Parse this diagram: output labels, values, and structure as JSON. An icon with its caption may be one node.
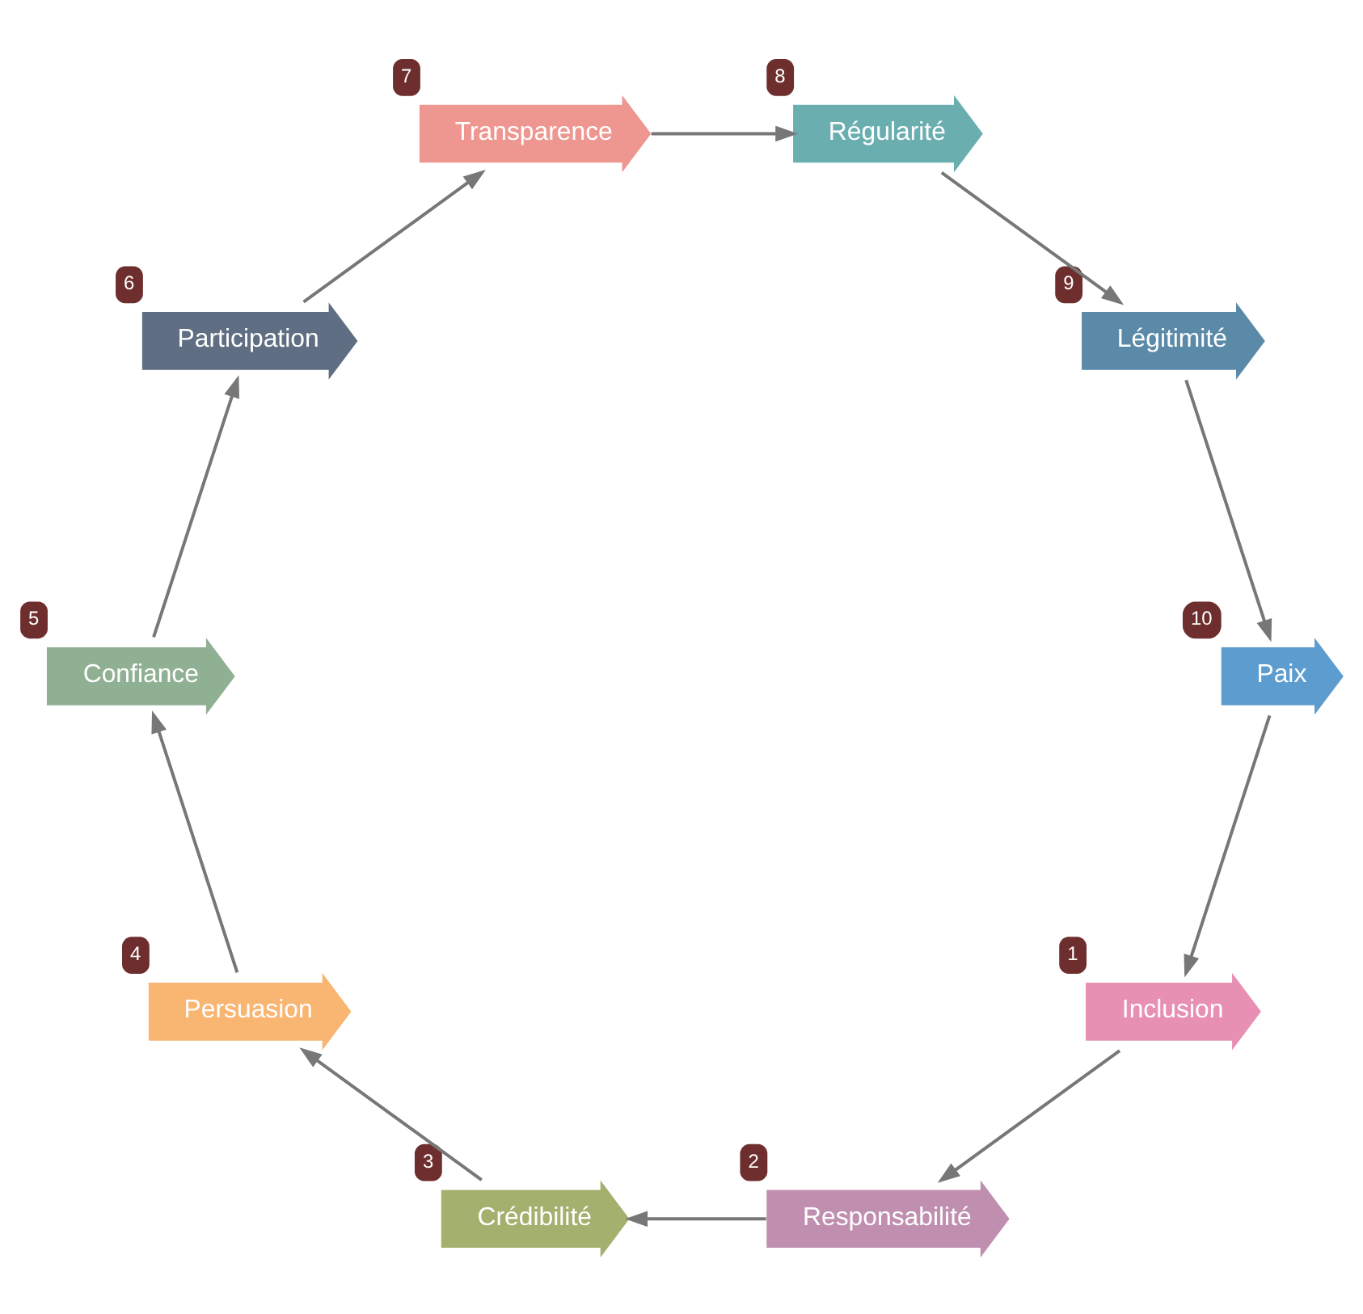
{
  "diagram": {
    "nodes": [
      {
        "text": [
          "Inclusion"
        ],
        "beside": [
          "1"
        ]
      },
      {
        "text": [
          "Responsabilité"
        ],
        "beside": [
          "2"
        ]
      },
      {
        "text": [
          "Crédibilité"
        ],
        "beside": [
          "3"
        ]
      },
      {
        "text": [
          "Persuasion"
        ],
        "beside": [
          "4"
        ]
      },
      {
        "text": [
          "Confiance"
        ],
        "beside": [
          "5"
        ]
      },
      {
        "text": [
          "Participation"
        ],
        "beside": [
          "6"
        ]
      },
      {
        "text": [
          "Transparence"
        ],
        "beside": [
          "7"
        ]
      },
      {
        "text": [
          "Régularité"
        ],
        "beside": [
          "8"
        ]
      },
      {
        "text": [
          "Légitimité"
        ],
        "beside": [
          "9"
        ]
      },
      {
        "text": [
          "Paix"
        ],
        "beside": [
          "10"
        ]
      }
    ],
    "edges": [
      {
        "from": 0,
        "to": 1,
        "arrow": "to"
      },
      {
        "from": 1,
        "to": 2,
        "arrow": "to"
      },
      {
        "from": 2,
        "to": 3,
        "arrow": "to"
      },
      {
        "from": 3,
        "to": 4,
        "arrow": "to"
      },
      {
        "from": 4,
        "to": 5,
        "arrow": "to"
      },
      {
        "from": 5,
        "to": 6,
        "arrow": "to"
      },
      {
        "from": 6,
        "to": 7,
        "arrow": "to"
      },
      {
        "from": 7,
        "to": 8,
        "arrow": "to"
      },
      {
        "from": 8,
        "to": 9,
        "arrow": "to"
      },
      {
        "from": 9,
        "to": 0,
        "arrow": "to"
      }
    ]
  }
}
